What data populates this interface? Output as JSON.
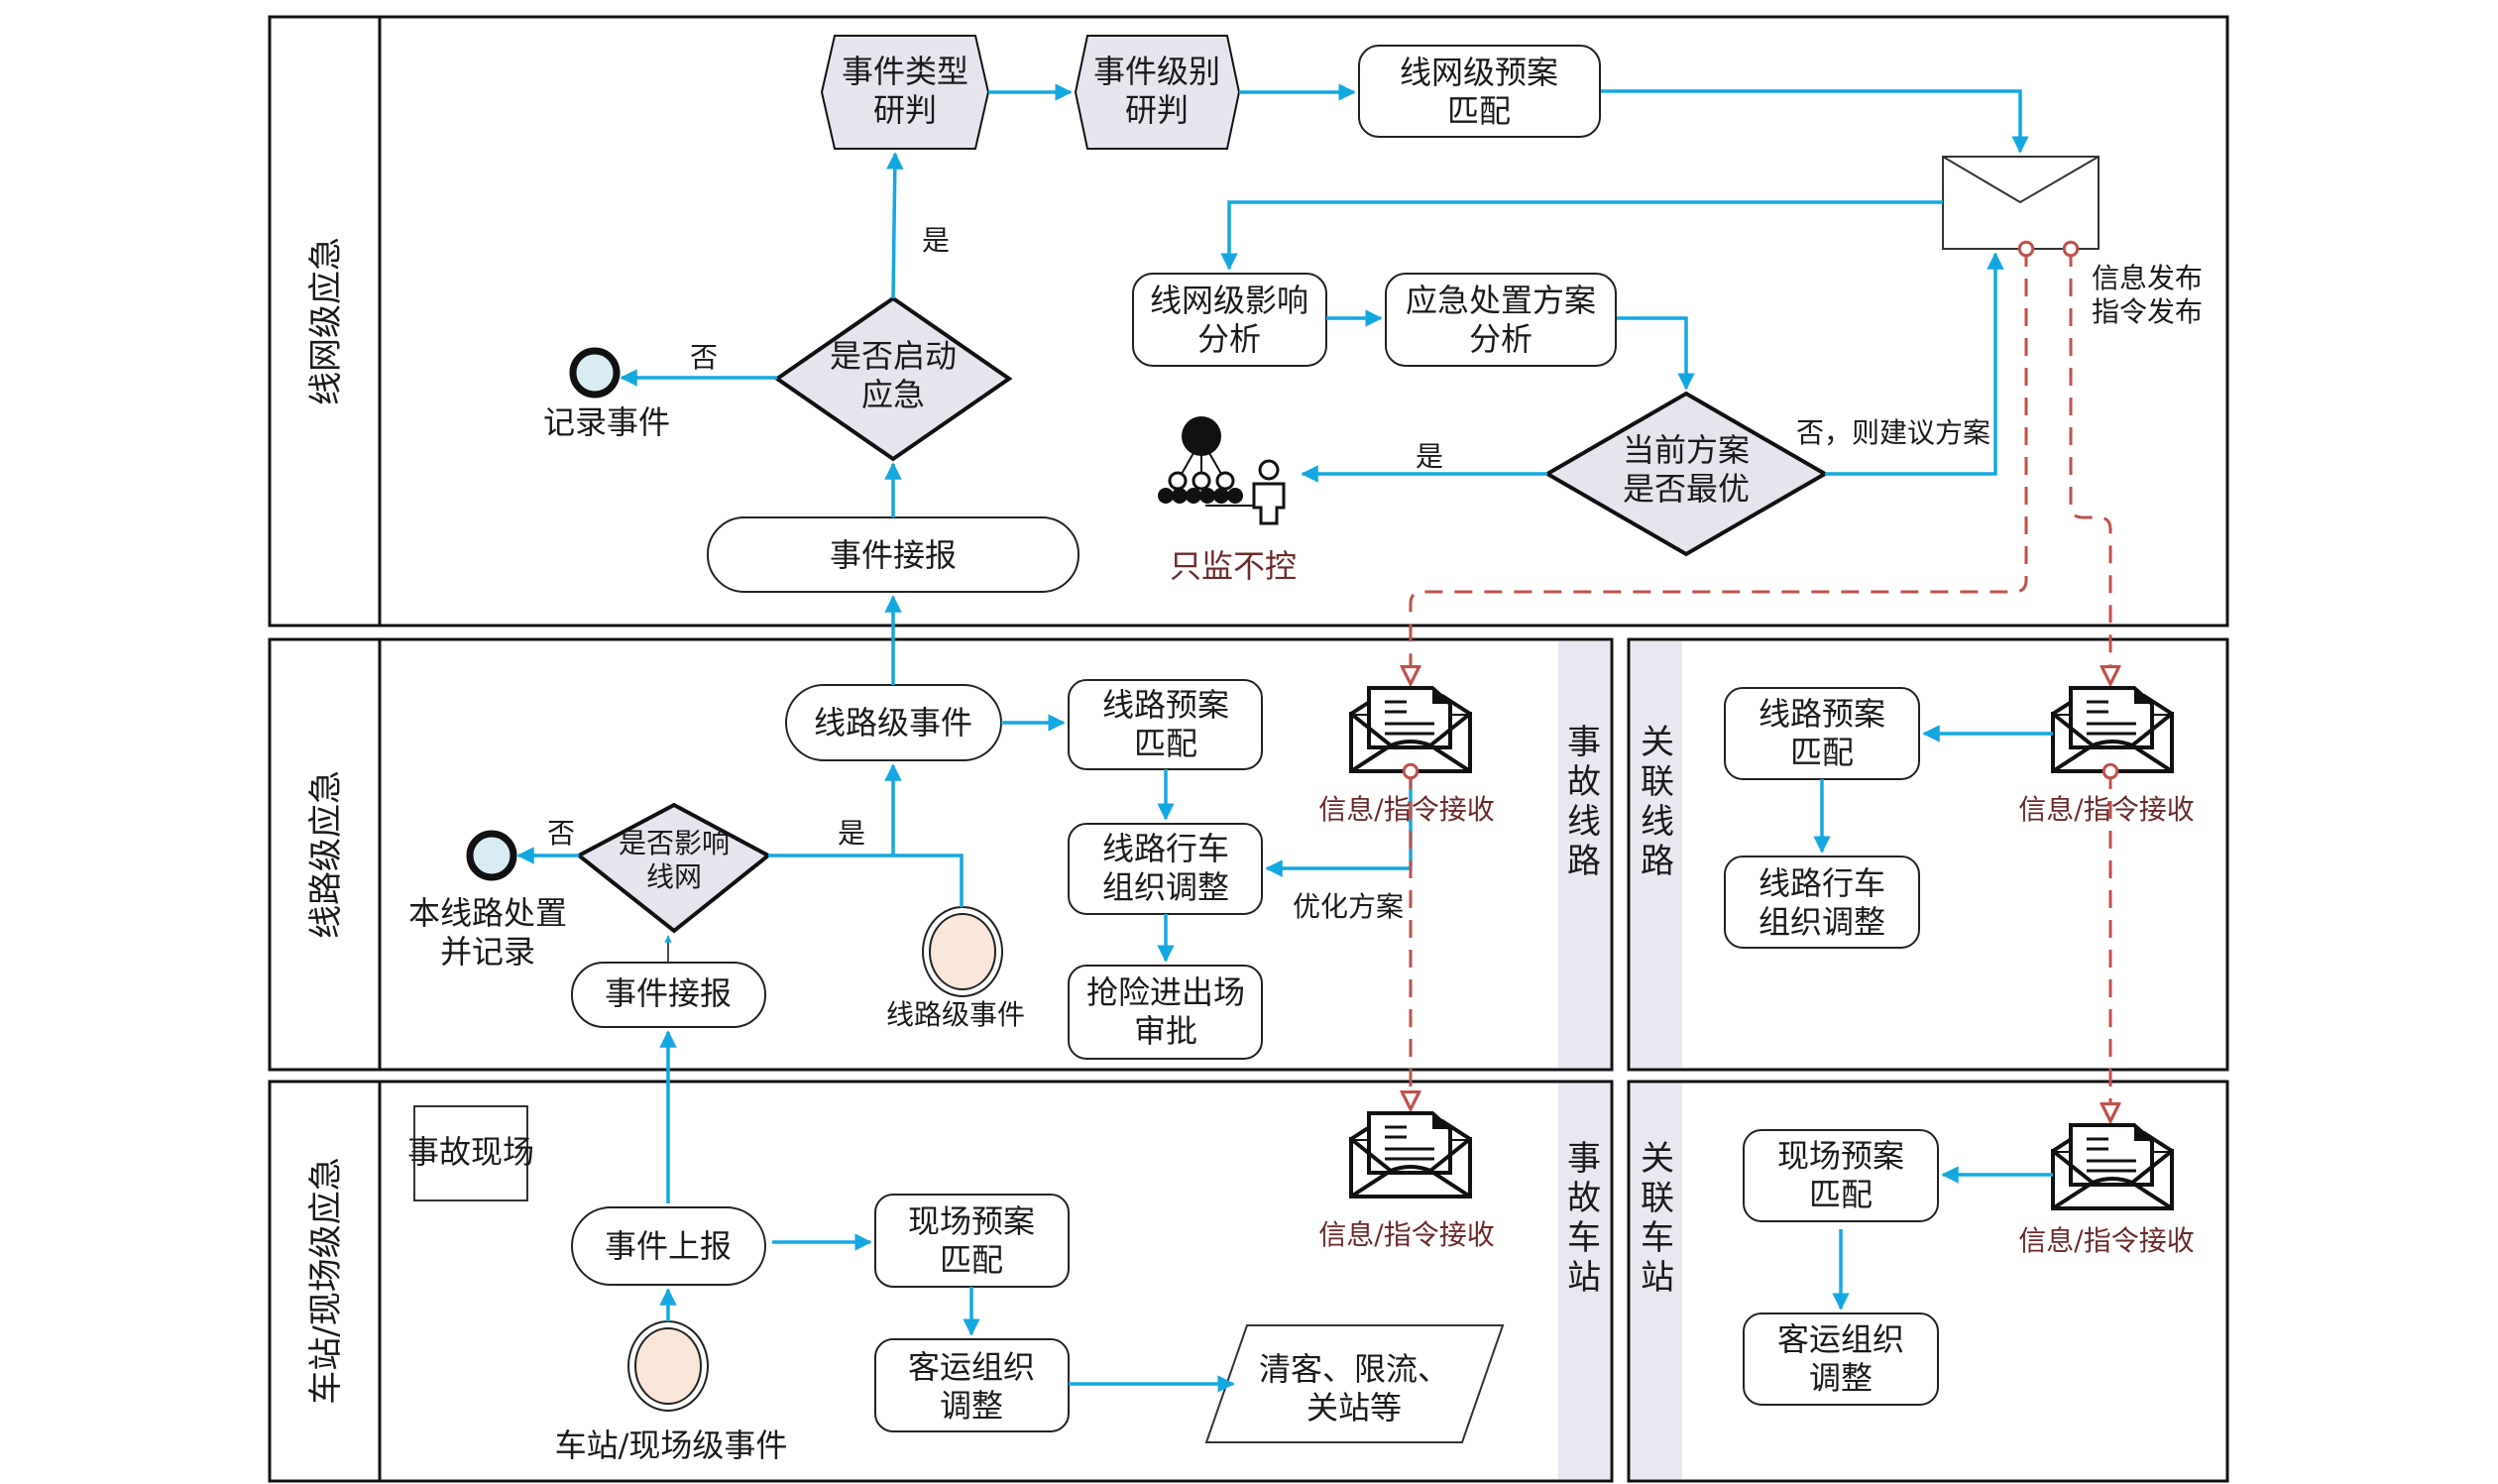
{
  "colors": {
    "flow_arrow": "#14a8e0",
    "message_dashed": "#c0504d",
    "node_fill_gray": "#e6e5ee",
    "end_circle_fill": "#d9ecf3",
    "start_circle_fill": "#fbe7d9",
    "receive_label": "#6b2a2a"
  },
  "lanes": {
    "network": {
      "label": "线网级应急"
    },
    "line": {
      "label": "线路级应急",
      "left_strip": "事故线路",
      "right_strip": "关联线路"
    },
    "station": {
      "label": "车站/现场级应急",
      "left_strip": "事故车站",
      "right_strip": "关联车站"
    }
  },
  "network": {
    "event_type": [
      "事件类型",
      "研判"
    ],
    "event_level": [
      "事件级别",
      "研判"
    ],
    "plan_match": [
      "线网级预案",
      "匹配"
    ],
    "impact_analysis": [
      "线网级影响",
      "分析"
    ],
    "response_analysis": [
      "应急处置方案",
      "分析"
    ],
    "optimal_decision": [
      "当前方案",
      "是否最优"
    ],
    "start_decision": [
      "是否启动",
      "应急"
    ],
    "record_event": "记录事件",
    "event_receive": "事件接报",
    "monitor_only": "只监不控",
    "label_yes_up": "是",
    "label_no_left": "否",
    "label_yes_monitor": "是",
    "label_no_suggest": "否，则建议方案",
    "publish": [
      "信息发布",
      "指令发布"
    ]
  },
  "line": {
    "line_event": "线路级事件",
    "plan_match": [
      "线路预案",
      "匹配"
    ],
    "train_adjust": [
      "线路行车",
      "组织调整"
    ],
    "rescue_approval": [
      "抢险进出场",
      "审批"
    ],
    "affect_decision": [
      "是否影响",
      "线网"
    ],
    "local_record": [
      "本线路处置",
      "并记录"
    ],
    "event_receive": "事件接报",
    "start_event": "线路级事件",
    "receive": "信息/指令接收",
    "optimize": "优化方案",
    "label_yes": "是",
    "label_no": "否",
    "related_plan_match": [
      "线路预案",
      "匹配"
    ],
    "related_train_adjust": [
      "线路行车",
      "组织调整"
    ],
    "related_receive": "信息/指令接收"
  },
  "station": {
    "scene": "事故现场",
    "event_report": "事件上报",
    "plan_match": [
      "现场预案",
      "匹配"
    ],
    "passenger_adjust": [
      "客运组织",
      "调整"
    ],
    "actions": [
      "清客、限流、",
      "关站等"
    ],
    "start_event": "车站/现场级事件",
    "receive": "信息/指令接收",
    "related_plan_match": [
      "现场预案",
      "匹配"
    ],
    "related_passenger_adjust": [
      "客运组织",
      "调整"
    ],
    "related_receive": "信息/指令接收"
  }
}
